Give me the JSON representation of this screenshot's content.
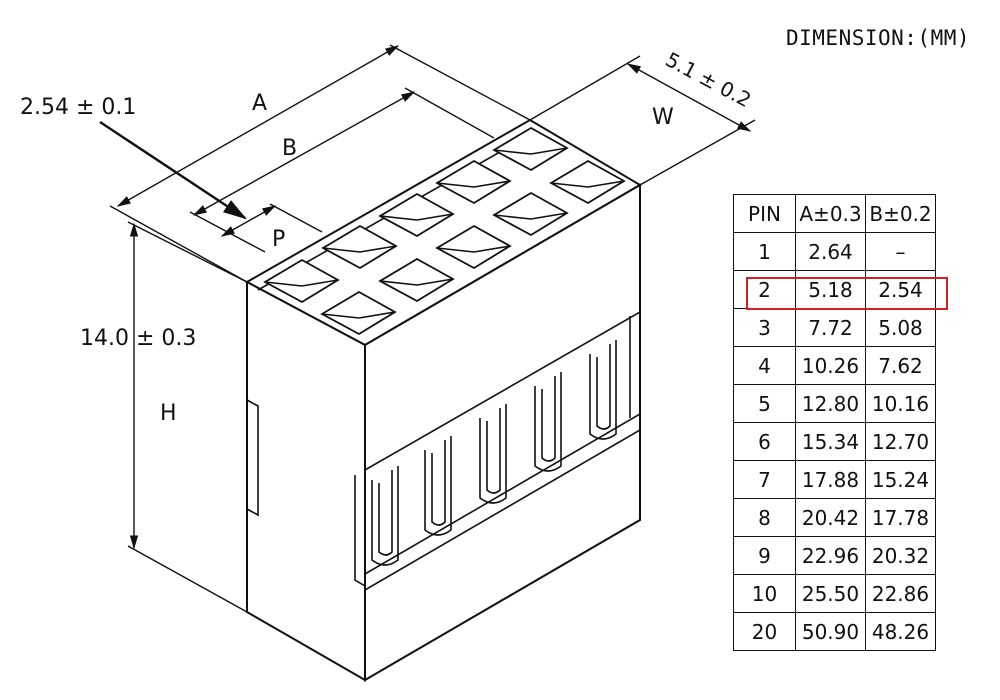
{
  "diagram": {
    "dimension_note": "DIMENSION:(MM)",
    "labels": {
      "a": "A",
      "b": "B",
      "p": "P",
      "w": "W",
      "h": "H",
      "pitch_tol": "2.54 ± 0.1",
      "width_tol": "5.1 ± 0.2",
      "height_tol": "14.0 ± 0.3"
    },
    "colors": {
      "line": "#111111",
      "highlight": "#d42020",
      "background": "#ffffff"
    }
  },
  "table": {
    "headers": [
      "PIN",
      "A±0.3",
      "B±0.2"
    ],
    "rows": [
      [
        "1",
        "2.64",
        "–"
      ],
      [
        "2",
        "5.18",
        "2.54"
      ],
      [
        "3",
        "7.72",
        "5.08"
      ],
      [
        "4",
        "10.26",
        "7.62"
      ],
      [
        "5",
        "12.80",
        "10.16"
      ],
      [
        "6",
        "15.34",
        "12.70"
      ],
      [
        "7",
        "17.88",
        "15.24"
      ],
      [
        "8",
        "20.42",
        "17.78"
      ],
      [
        "9",
        "22.96",
        "20.32"
      ],
      [
        "10",
        "25.50",
        "22.86"
      ],
      [
        "20",
        "50.90",
        "48.26"
      ]
    ],
    "highlighted_row": 1
  }
}
